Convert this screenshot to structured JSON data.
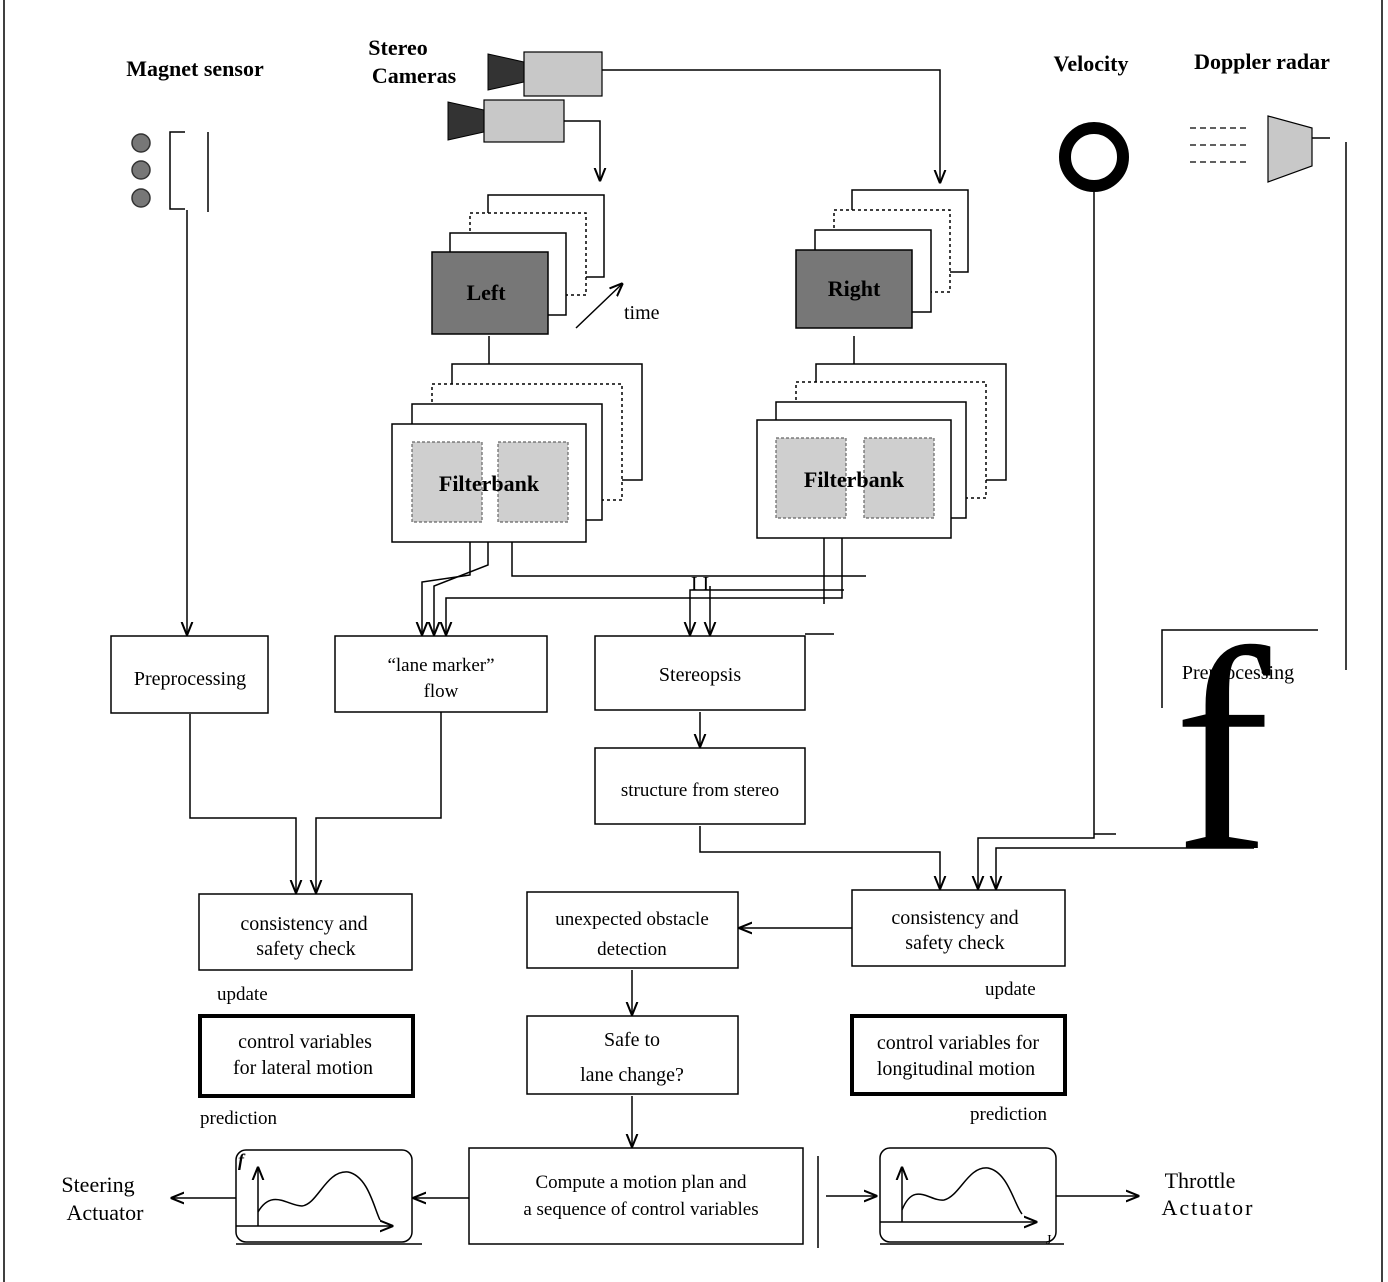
{
  "sensors": {
    "magnet": "Magnet sensor",
    "stereo_line1": "Stereo",
    "stereo_line2": "Cameras",
    "velocity": "Velocity",
    "doppler": "Doppler radar"
  },
  "images": {
    "left": "Left",
    "right": "Right",
    "time": "time",
    "filterbank_left": "Filterbank",
    "filterbank_right": "Filterbank"
  },
  "boxes": {
    "preprocessing_left": "Preprocessing",
    "lanemarker_line1": "“lane marker”",
    "lanemarker_line2": "flow",
    "stereopsis": "Stereopsis",
    "structure": "structure from stereo",
    "preprocessing_right": "Preprocessing",
    "consistency_left_line1": "consistency and",
    "consistency_left_line2": "safety check",
    "obstacle_line1": "unexpected obstacle",
    "obstacle_line2": "detection",
    "consistency_right_line1": "consistency and",
    "consistency_right_line2": "safety check",
    "update_left": "update",
    "update_right": "update",
    "lateral_line1": "control variables",
    "lateral_line2": "for lateral motion",
    "safe_line1": "Safe to",
    "safe_line2": "lane change?",
    "longitudinal_line1": "control variables for",
    "longitudinal_line2": "longitudinal motion",
    "prediction_left": "prediction",
    "prediction_right": "prediction",
    "motion_line1": "Compute a motion plan and",
    "motion_line2": "a sequence of control variables",
    "steering_line1": "Steering",
    "steering_line2": "Actuator",
    "throttle_line1": "Throttle",
    "throttle_line2": "Actuator"
  },
  "artifacts": {
    "big_f": "f",
    "small_f": "f",
    "small_j": "J",
    "ii_mark": "I I"
  }
}
